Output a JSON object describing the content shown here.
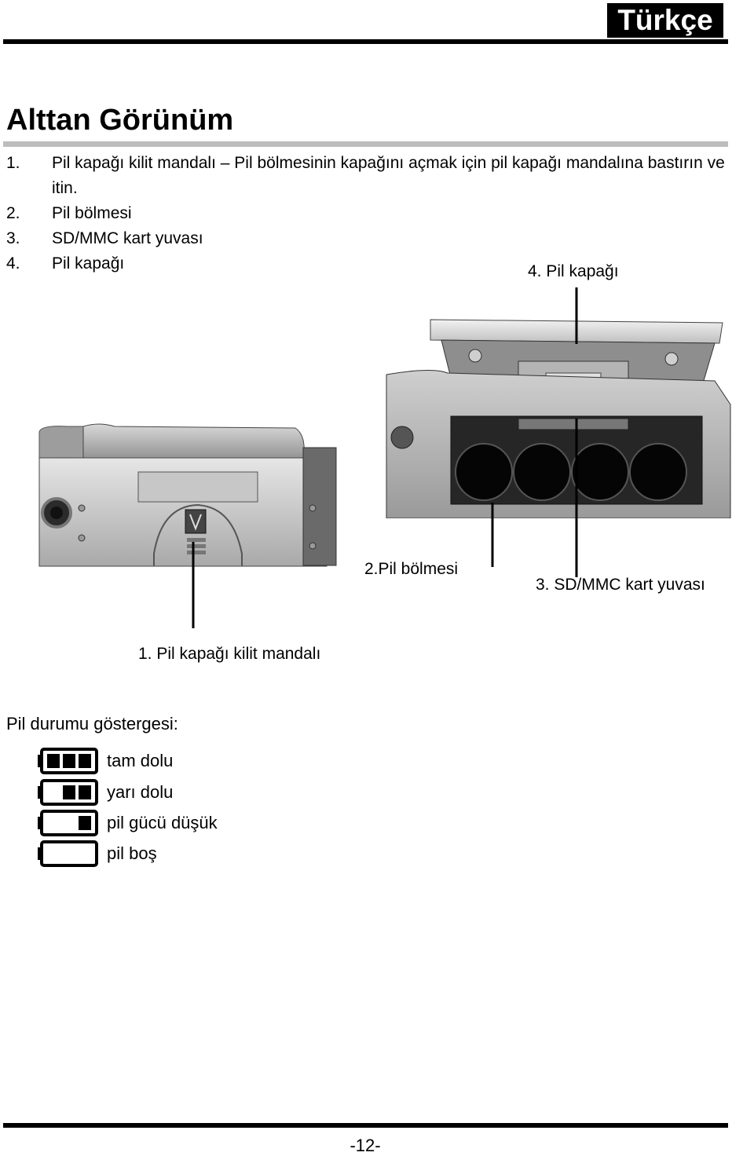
{
  "header": {
    "language": "Türkçe"
  },
  "section": {
    "title": "Alttan Görünüm",
    "items": [
      {
        "num": "1.",
        "text": "Pil kapağı kilit mandalı – Pil bölmesinin kapağını açmak için pil kapağı mandalına bastırın ve itin."
      },
      {
        "num": "2.",
        "text": "Pil bölmesi"
      },
      {
        "num": "3.",
        "text": "SD/MMC kart yuvası"
      },
      {
        "num": "4.",
        "text": "Pil kapağı"
      }
    ]
  },
  "figure": {
    "callout_cover": "4. Pil kapağı",
    "callout_compartment": "2.Pil bölmesi",
    "callout_slot": "3. SD/MMC kart yuvası",
    "callout_latch": "1. Pil kapağı kilit mandalı"
  },
  "battery": {
    "heading": "Pil durumu göstergesi:",
    "levels": [
      {
        "label": "tam dolu",
        "bars": 3,
        "icon": "battery-full-icon"
      },
      {
        "label": "yarı dolu",
        "bars": 2,
        "icon": "battery-half-icon"
      },
      {
        "label": "pil gücü düşük",
        "bars": 1,
        "icon": "battery-low-icon"
      },
      {
        "label": "pil boş",
        "bars": 0,
        "icon": "battery-empty-icon"
      }
    ]
  },
  "footer": {
    "page_number": "-12-"
  }
}
